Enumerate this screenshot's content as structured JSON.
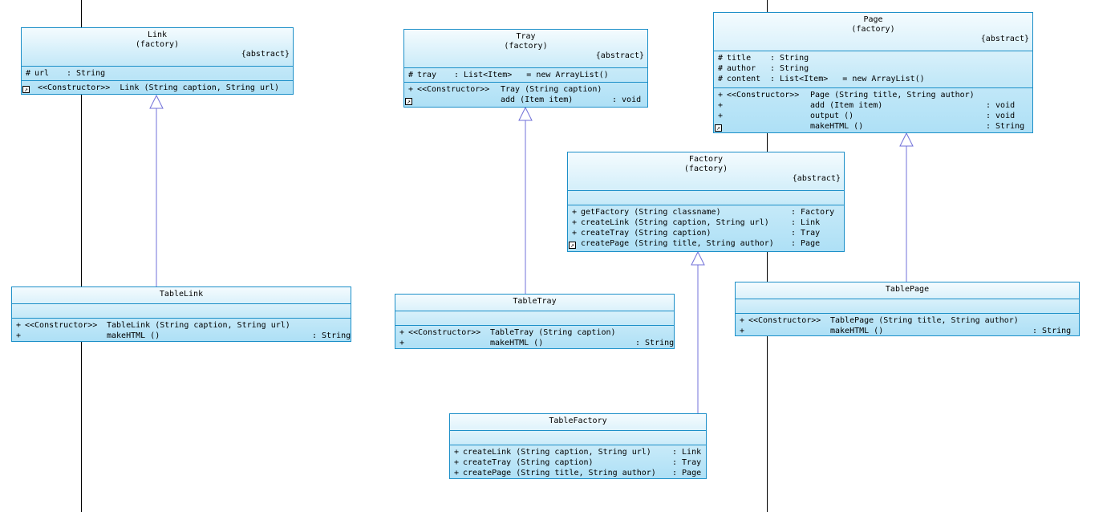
{
  "classes": {
    "link": {
      "name": "Link",
      "package": "(factory)",
      "stereo": "{abstract}",
      "attributes": [
        {
          "vis": "#",
          "name": "url",
          "type": ": String"
        }
      ],
      "operations": [
        {
          "vis": "",
          "mod": "<<Constructor>>  ",
          "name": "Link (String caption, String url)",
          "type": ""
        }
      ]
    },
    "tray": {
      "name": "Tray",
      "package": "(factory)",
      "stereo": "{abstract}",
      "attributes": [
        {
          "vis": "#",
          "name": "tray",
          "type": ": List<Item>   = new ArrayList()"
        }
      ],
      "operations": [
        {
          "vis": "+",
          "mod": "<<Constructor>>  ",
          "name": "Tray (String caption)",
          "type": ""
        },
        {
          "vis": "",
          "mod": "",
          "name": "add (Item item)",
          "type": ": void"
        }
      ]
    },
    "page": {
      "name": "Page",
      "package": "(factory)",
      "stereo": "{abstract}",
      "attributes": [
        {
          "vis": "#",
          "name": "title",
          "type": ": String"
        },
        {
          "vis": "#",
          "name": "author",
          "type": ": String"
        },
        {
          "vis": "#",
          "name": "content",
          "type": ": List<Item>   = new ArrayList()"
        }
      ],
      "operations": [
        {
          "vis": "+",
          "mod": "<<Constructor>>  ",
          "name": "Page (String title, String author)",
          "type": ""
        },
        {
          "vis": "+",
          "mod": "",
          "name": "add (Item item)",
          "type": ": void"
        },
        {
          "vis": "+",
          "mod": "",
          "name": "output ()",
          "type": ": void"
        },
        {
          "vis": "",
          "mod": "",
          "name": "makeHTML ()",
          "type": ": String"
        }
      ]
    },
    "factory": {
      "name": "Factory",
      "package": "(factory)",
      "stereo": "{abstract}",
      "attributes": [],
      "operations": [
        {
          "vis": "+",
          "mod": "",
          "name": "getFactory (String classname)",
          "type": ": Factory"
        },
        {
          "vis": "+",
          "mod": "",
          "name": "createLink (String caption, String url)",
          "type": ": Link"
        },
        {
          "vis": "+",
          "mod": "",
          "name": "createTray (String caption)",
          "type": ": Tray"
        },
        {
          "vis": "",
          "mod": "",
          "name": "createPage (String title, String author)",
          "type": ": Page"
        }
      ]
    },
    "tablelink": {
      "name": "TableLink",
      "attributes": [],
      "operations": [
        {
          "vis": "+",
          "mod": "<<Constructor>>  ",
          "name": "TableLink (String caption, String url)",
          "type": ""
        },
        {
          "vis": "+",
          "mod": "",
          "name": "makeHTML ()",
          "type": ": String"
        }
      ]
    },
    "tabletray": {
      "name": "TableTray",
      "attributes": [],
      "operations": [
        {
          "vis": "+",
          "mod": "<<Constructor>>  ",
          "name": "TableTray (String caption)",
          "type": ""
        },
        {
          "vis": "+",
          "mod": "",
          "name": "makeHTML ()",
          "type": ": String"
        }
      ]
    },
    "tablepage": {
      "name": "TablePage",
      "attributes": [],
      "operations": [
        {
          "vis": "+",
          "mod": "<<Constructor>>  ",
          "name": "TablePage (String title, String author)",
          "type": ""
        },
        {
          "vis": "+",
          "mod": "",
          "name": "makeHTML ()",
          "type": ": String"
        }
      ]
    },
    "tablefactory": {
      "name": "TableFactory",
      "attributes": [],
      "operations": [
        {
          "vis": "+",
          "mod": "",
          "name": "createLink (String caption, String url)",
          "type": ": Link"
        },
        {
          "vis": "+",
          "mod": "",
          "name": "createTray (String caption)",
          "type": ": Tray"
        },
        {
          "vis": "+",
          "mod": "",
          "name": "createPage (String title, String author)",
          "type": ": Page"
        }
      ]
    }
  },
  "colors": {
    "border": "#1c8fc8",
    "fill_top": "#f4fbfe",
    "fill_bottom": "#aee0f6",
    "connector": "#7070d8"
  },
  "icons": {
    "corner": "shortcut-arrow-icon",
    "inheritance": "hollow-triangle-arrow-icon"
  }
}
